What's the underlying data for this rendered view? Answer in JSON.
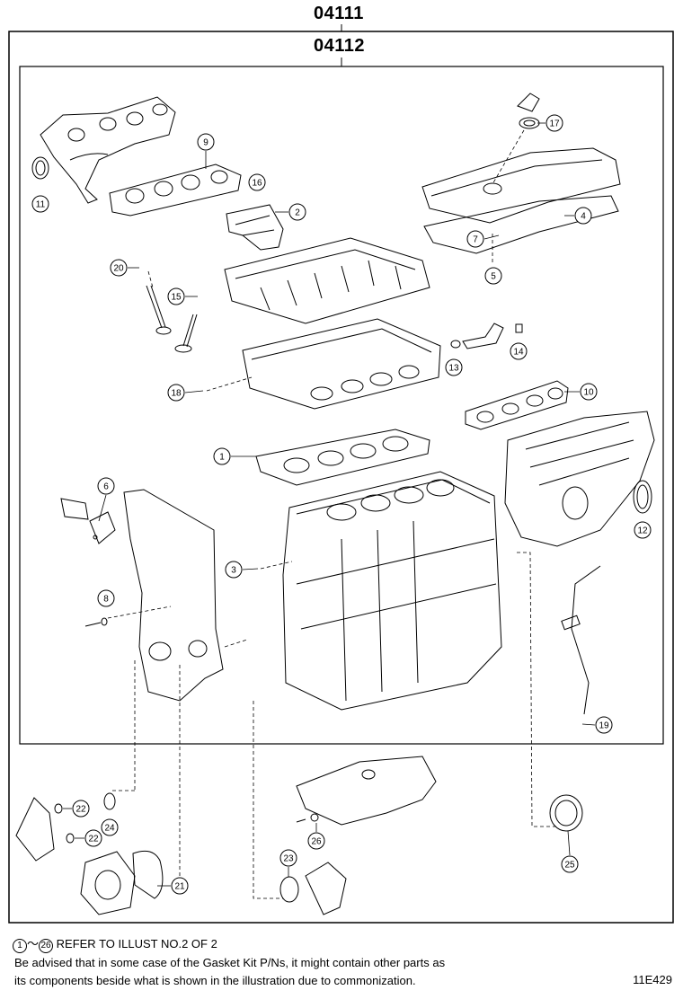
{
  "header": {
    "outer_code": "04111",
    "inner_code": "04112"
  },
  "callouts": [
    {
      "num": "1"
    },
    {
      "num": "2"
    },
    {
      "num": "3"
    },
    {
      "num": "4"
    },
    {
      "num": "5"
    },
    {
      "num": "6"
    },
    {
      "num": "7"
    },
    {
      "num": "8"
    },
    {
      "num": "9"
    },
    {
      "num": "10"
    },
    {
      "num": "11"
    },
    {
      "num": "12"
    },
    {
      "num": "13"
    },
    {
      "num": "14"
    },
    {
      "num": "15"
    },
    {
      "num": "16"
    },
    {
      "num": "17"
    },
    {
      "num": "18"
    },
    {
      "num": "19"
    },
    {
      "num": "20"
    },
    {
      "num": "21"
    },
    {
      "num": "22"
    },
    {
      "num": "22"
    },
    {
      "num": "23"
    },
    {
      "num": "24"
    },
    {
      "num": "25"
    },
    {
      "num": "26"
    }
  ],
  "footer": {
    "range_start": "1",
    "range_sep": "～",
    "range_end": "26",
    "refer_text": "REFER TO ILLUST NO.2 OF 2",
    "note_line1": "Be advised that in some case of the Gasket Kit P/Ns,  it might contain other parts as",
    "note_line2": "its components beside what is shown in the illustration due to commonization.",
    "illustration_code": "11E429"
  }
}
